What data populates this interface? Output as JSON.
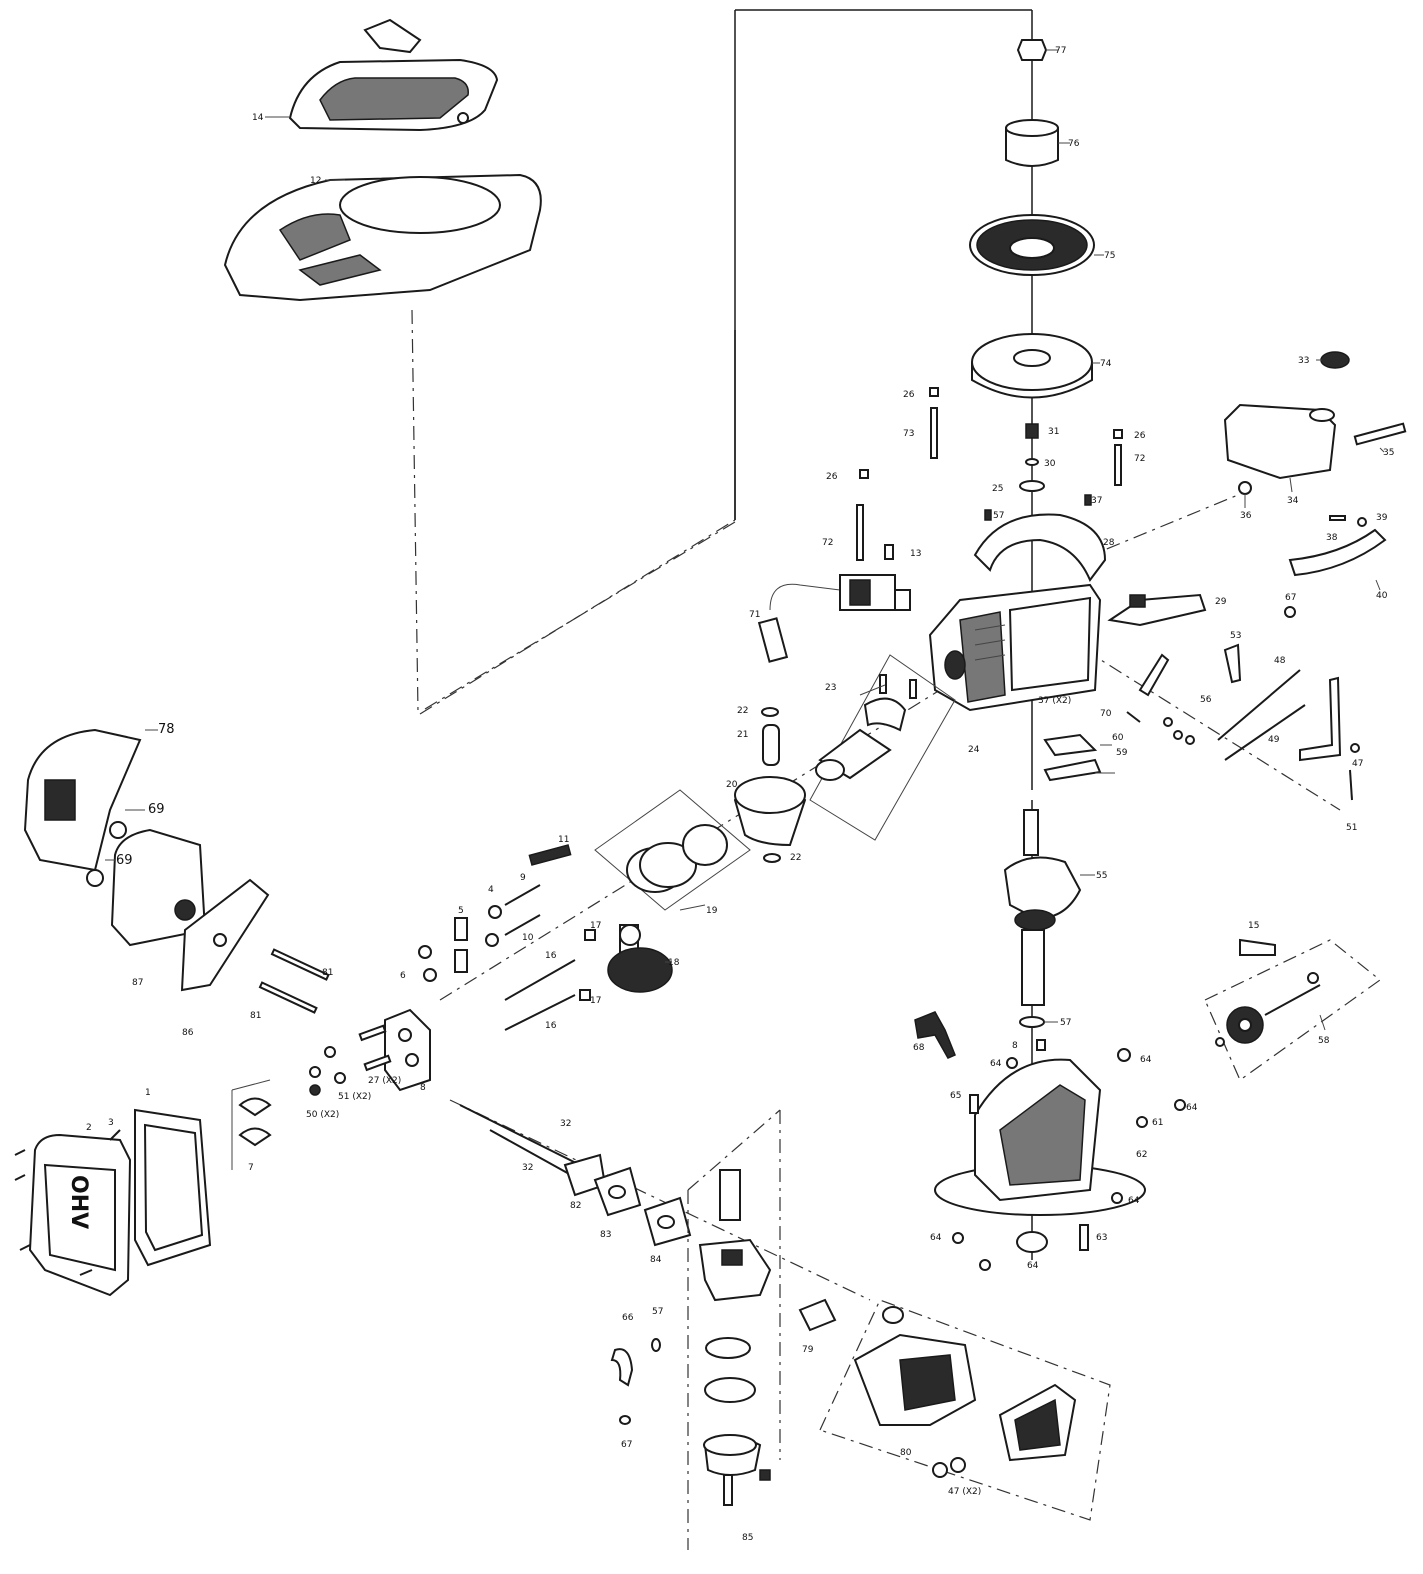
{
  "labels": {
    "p77": "77",
    "p76": "76",
    "p75": "75",
    "p74": "74",
    "p14": "14",
    "p12": "12",
    "p33": "33",
    "p35": "35",
    "p34": "34",
    "p36": "36",
    "p38": "38",
    "p39": "39",
    "p40": "40",
    "p67a": "67",
    "p26a": "26",
    "p73a": "73",
    "p31": "31",
    "p30": "30",
    "p26b": "26",
    "p72a": "72",
    "p26c": "26",
    "p25": "25",
    "p37": "37",
    "p57a": "57",
    "p28": "28",
    "p72b": "72",
    "p13": "13",
    "p71": "71",
    "p29": "29",
    "p53": "53",
    "p56": "56",
    "p49": "49",
    "p23": "23",
    "p22a": "22",
    "p21": "21",
    "p37x2": "37 (X2)",
    "p70": "70",
    "p60": "60",
    "p59": "59",
    "p24": "24",
    "p20": "20",
    "p48": "48",
    "p47": "47",
    "p51": "51",
    "p78": "78",
    "p69a": "69",
    "p69b": "69",
    "p11": "11",
    "p22b": "22",
    "p55": "55",
    "p19": "19",
    "p87": "87",
    "p86": "86",
    "p81a": "81",
    "p81b": "81",
    "p9": "9",
    "p10": "10",
    "p4": "4",
    "p5": "5",
    "p6": "6",
    "p17a": "17",
    "p18": "18",
    "p16a": "16",
    "p16b": "16",
    "p17b": "17",
    "p57b": "57",
    "p15": "15",
    "p58": "58",
    "p68": "68",
    "p8": "8",
    "p64a": "64",
    "p64b": "64",
    "p65": "65",
    "p61": "61",
    "p64c": "64",
    "p62": "62",
    "p64d": "64",
    "p64e": "64",
    "p63": "63",
    "p64f": "64",
    "p66": "66",
    "p27x2": "27 (X2)",
    "p51x2": "51 (X2)",
    "p50x2": "50 (X2)",
    "p7": "7",
    "p8b": "8",
    "p2": "2",
    "p3": "3",
    "p1": "1",
    "p32a": "32",
    "p32b": "32",
    "p82": "82",
    "p83": "83",
    "p84": "84",
    "p79": "79",
    "p65b": "66",
    "p57c": "57",
    "p67b": "67",
    "p80": "80",
    "p85": "85",
    "p47x2": "47 (X2)"
  },
  "embossing": {
    "head_cover": "OHV"
  }
}
